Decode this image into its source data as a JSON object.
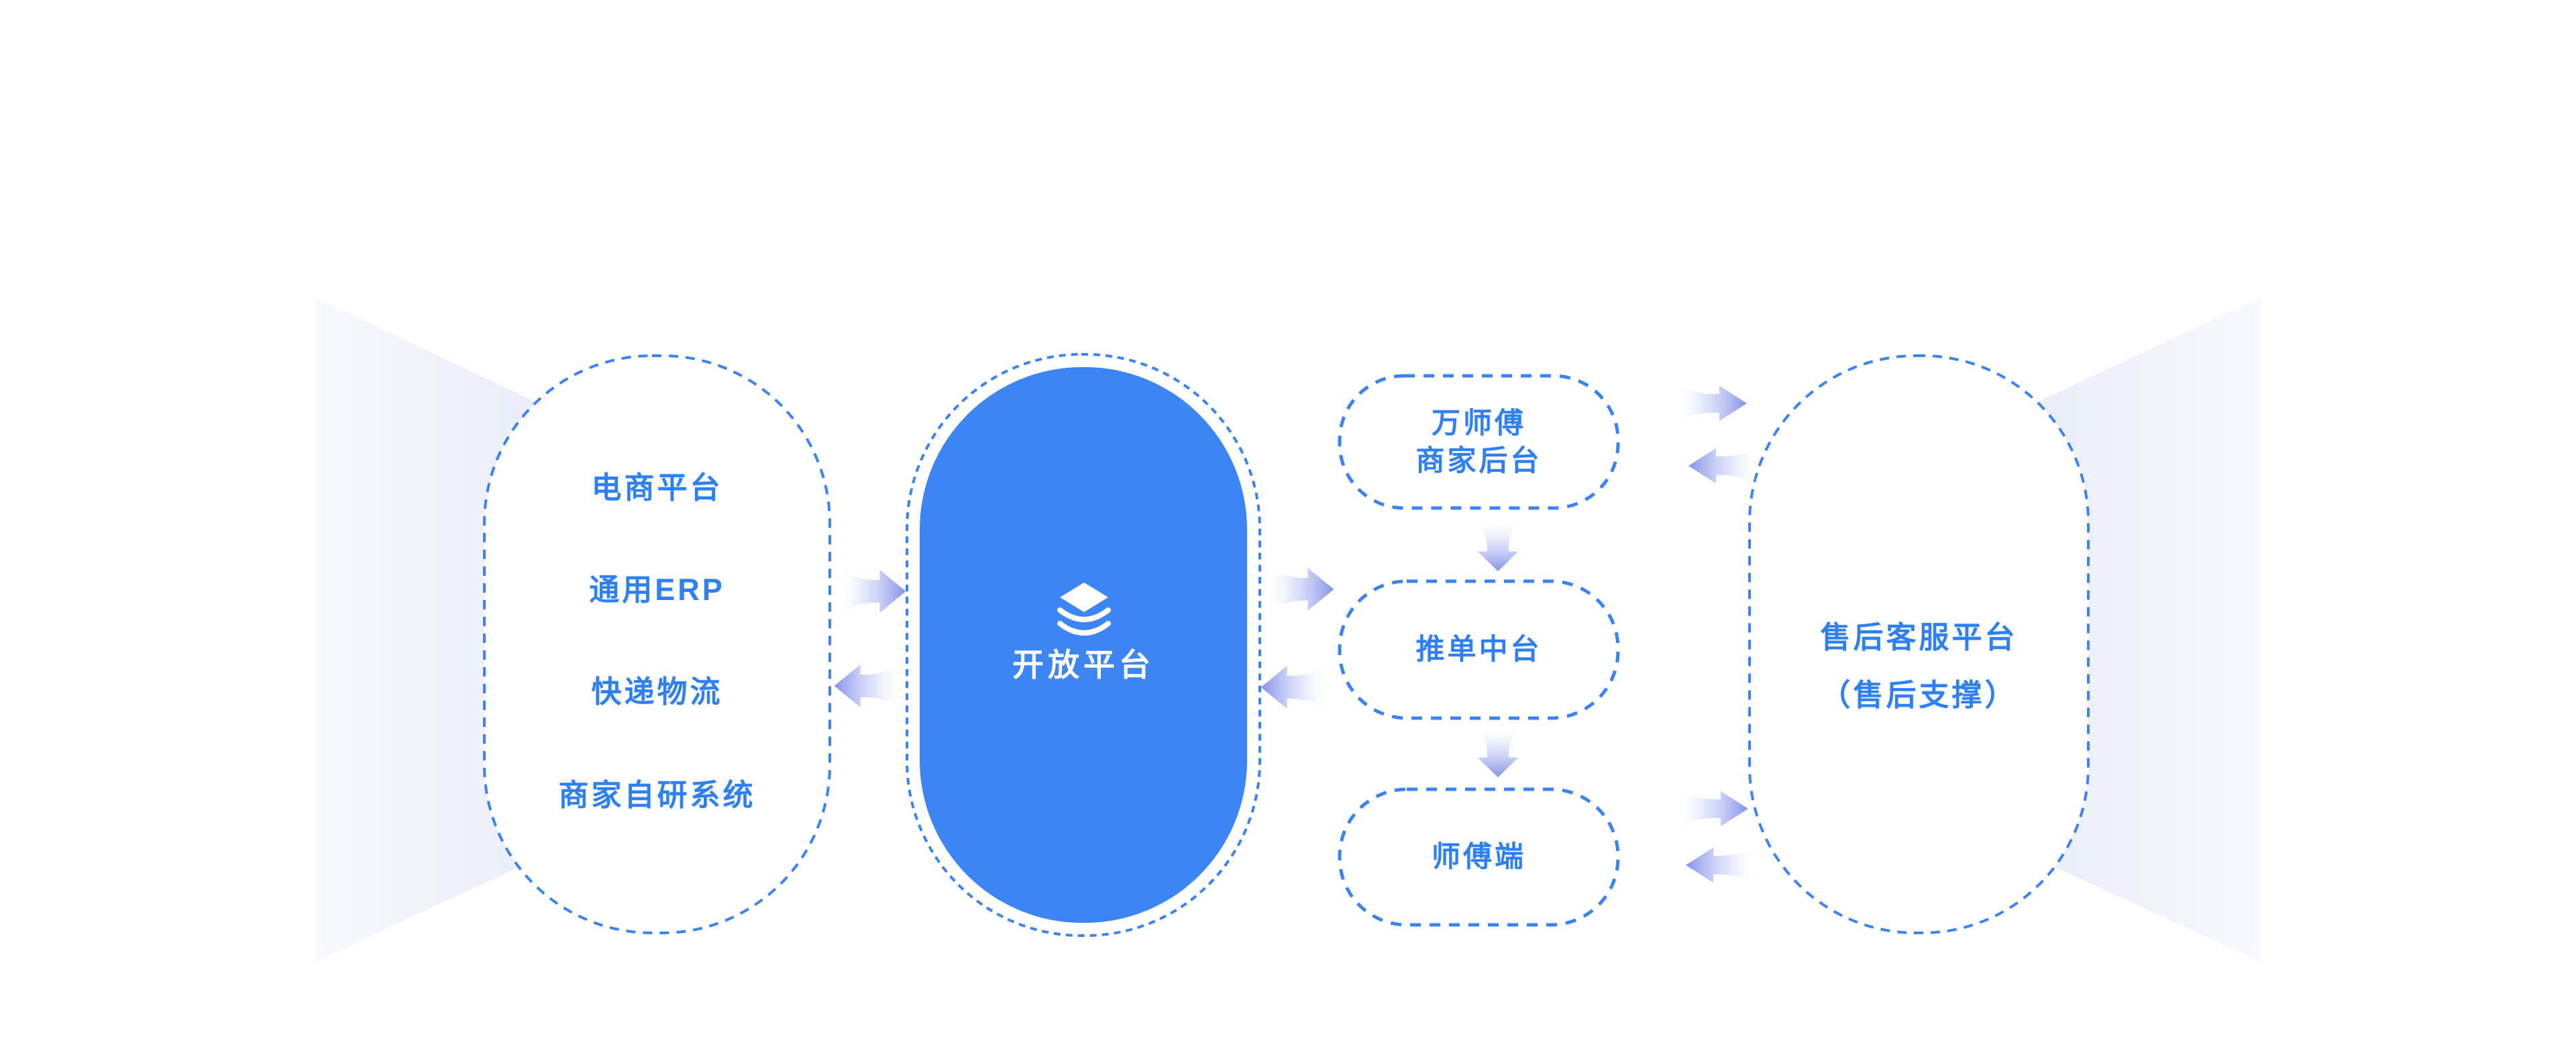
{
  "left_oval": {
    "items": [
      "电商平台",
      "通用ERP",
      "快递物流",
      "商家自研系统"
    ]
  },
  "center_pill": {
    "label": "开放平台",
    "icon": "layers-icon"
  },
  "middle_boxes": [
    {
      "lines": [
        "万师傅",
        "商家后台"
      ]
    },
    {
      "lines": [
        "推单中台"
      ]
    },
    {
      "lines": [
        "师傅端"
      ]
    }
  ],
  "right_oval": {
    "lines": [
      "售后客服平台",
      "（售后支撑）"
    ]
  },
  "colors": {
    "text_blue": "#2F80F5",
    "pill_fill_blue": "#3B85F6",
    "dash_border_blue": "#3B82F6",
    "arrow_purple": "#8491EA",
    "funnel_lavender": "#E7EBF7",
    "background": "#FFFFFF"
  }
}
